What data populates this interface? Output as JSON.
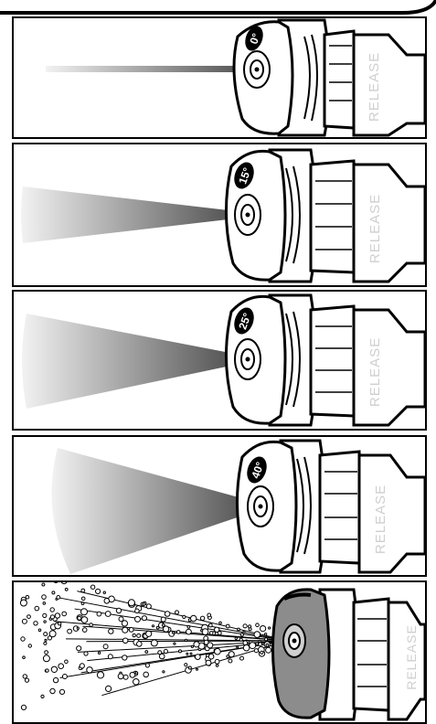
{
  "nozzles": [
    {
      "id": "nozzle-0",
      "degree_label": "0°",
      "spray": "stream",
      "release_label": "RELEASE"
    },
    {
      "id": "nozzle-15",
      "degree_label": "15°",
      "spray": "fan",
      "release_label": "RELEASE"
    },
    {
      "id": "nozzle-25",
      "degree_label": "25°",
      "spray": "fan",
      "release_label": "RELEASE"
    },
    {
      "id": "nozzle-40",
      "degree_label": "40°",
      "spray": "fan",
      "release_label": "RELEASE"
    },
    {
      "id": "nozzle-soap",
      "degree_label": "",
      "spray": "droplets",
      "release_label": "RELEASE"
    }
  ],
  "colors": {
    "outline": "#000000",
    "spray_dark": "#4a4a4a",
    "spray_light": "#f2f2f2",
    "soap_cap": "#8c8c8c"
  }
}
